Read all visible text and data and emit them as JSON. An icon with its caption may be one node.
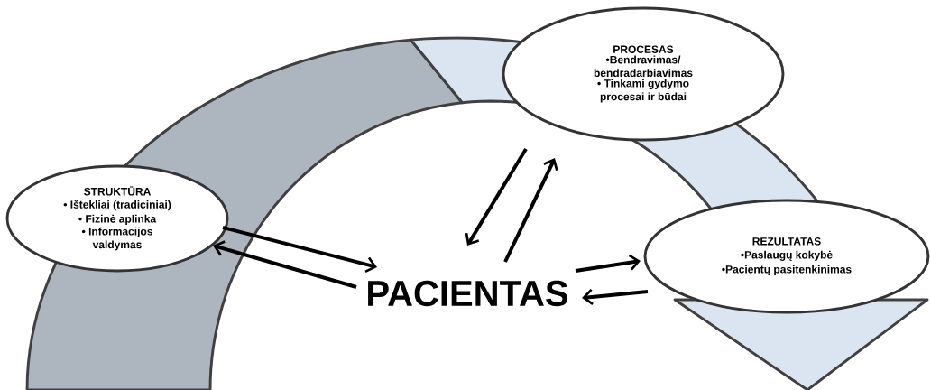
{
  "diagram": {
    "nodes": [
      {
        "text": [
          "STRUKTŪRA",
          "• Ištekliai (tradiciniai)",
          "• Fizinė aplinka",
          "• Informacijos valdymas"
        ]
      },
      {
        "text": [
          "PROCESAS",
          "•Bendravimas/ bendradarbiavimas",
          "• Tinkami gydymo procesai ir būdai"
        ]
      },
      {
        "text": [
          "REZULTATAS",
          "•Paslaugų kokybė",
          "•Pacientų pasitenkinimas"
        ]
      },
      {
        "text": [
          "PACIENTAS"
        ]
      }
    ],
    "edges": [
      {
        "from": 0,
        "to": 3,
        "arrow": "to"
      },
      {
        "from": 3,
        "to": 0,
        "arrow": "to"
      },
      {
        "from": 1,
        "to": 3,
        "arrow": "to"
      },
      {
        "from": 3,
        "to": 1,
        "arrow": "to"
      },
      {
        "from": 3,
        "to": 2,
        "arrow": "to"
      },
      {
        "from": 2,
        "to": 3,
        "arrow": "to"
      }
    ]
  }
}
